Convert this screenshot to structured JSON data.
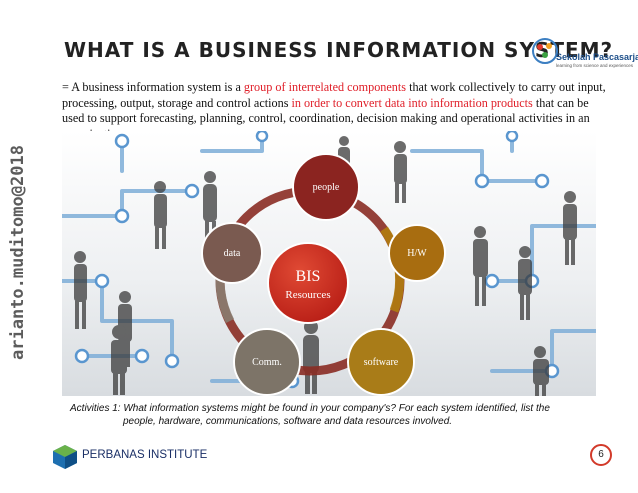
{
  "slide": {
    "title": "WHAT IS A BUSINESS INFORMATION SYSTEM?",
    "side_credit": "arianto.muditomo@2018",
    "intro": {
      "p1": "= A business information system is a ",
      "h1": "group of interrelated components",
      "p2": " that work collectively to carry out input, processing, output, storage and control actions ",
      "h2": "in order to convert data into information products",
      "p3": " that can be used to support forecasting, planning, control, coordination, decision making and operational activities in an organization."
    },
    "activities": {
      "line1": "Activities 1: What information systems might be found in your company's? For each system identified, list the",
      "line2": "people, hardware, communications, software and data resources involved."
    },
    "page_number": "6"
  },
  "logos": {
    "top_right_name": "Sekolah Pascasarjana",
    "top_right_tagline": "learning from science and experiences",
    "bottom_brand": "PERBANAS INSTITUTE"
  },
  "diagram": {
    "center_title": "BIS",
    "center_subtitle": "Resources",
    "nodes": [
      "people",
      "H/W",
      "software",
      "Comm.",
      "data"
    ]
  },
  "colors": {
    "highlight": "#e0202a",
    "center": "#c8281e",
    "node_people": "#8b2420",
    "node_hw": "#a86d10",
    "node_software": "#a97c18",
    "node_comm": "#7d7468",
    "node_data": "#7a5a50",
    "ring": "#8a2c24"
  }
}
